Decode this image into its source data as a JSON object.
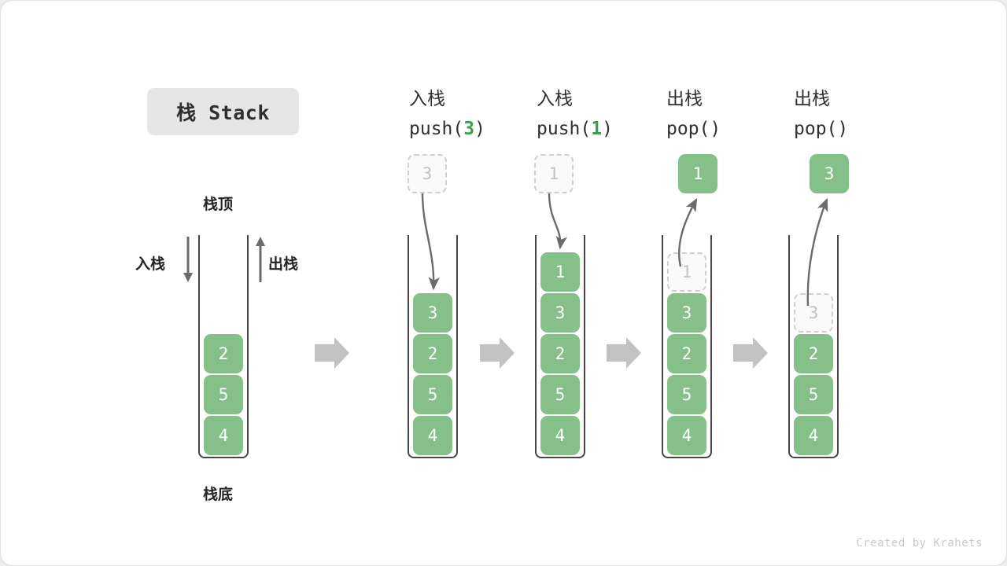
{
  "figure": {
    "title": "栈 Stack",
    "watermark": "Created by Krahets",
    "accent_green": "#84c088",
    "ghost_gray": "#c2c2c2",
    "arrow_gray": "#6b6b6b",
    "step_arrow_gray": "#c2c2c2"
  },
  "legend": {
    "top_label": "栈顶",
    "bottom_label": "栈底",
    "push_label": "入栈",
    "pop_label": "出栈"
  },
  "columns": [
    {
      "id": "initial",
      "op_cn": "",
      "op_code": "",
      "op_arg": "",
      "stack": [
        "2",
        "5",
        "4"
      ],
      "ghost_index": null,
      "float_value": "",
      "float_kind": "none"
    },
    {
      "id": "push-3",
      "op_cn": "入栈",
      "op_code_prefix": "push(",
      "op_arg": "3",
      "op_code_suffix": ")",
      "stack": [
        "3",
        "2",
        "5",
        "4"
      ],
      "ghost_index": null,
      "float_value": "3",
      "float_kind": "ghost"
    },
    {
      "id": "push-1",
      "op_cn": "入栈",
      "op_code_prefix": "push(",
      "op_arg": "1",
      "op_code_suffix": ")",
      "stack": [
        "1",
        "3",
        "2",
        "5",
        "4"
      ],
      "ghost_index": null,
      "float_value": "1",
      "float_kind": "ghost"
    },
    {
      "id": "pop-1",
      "op_cn": "出栈",
      "op_code_prefix": "pop(",
      "op_arg": "",
      "op_code_suffix": ")",
      "stack": [
        "1",
        "3",
        "2",
        "5",
        "4"
      ],
      "ghost_index": 0,
      "float_value": "1",
      "float_kind": "filled"
    },
    {
      "id": "pop-3",
      "op_cn": "出栈",
      "op_code_prefix": "pop(",
      "op_arg": "",
      "op_code_suffix": ")",
      "stack": [
        "3",
        "2",
        "5",
        "4"
      ],
      "ghost_index": 0,
      "float_value": "3",
      "float_kind": "filled"
    }
  ]
}
